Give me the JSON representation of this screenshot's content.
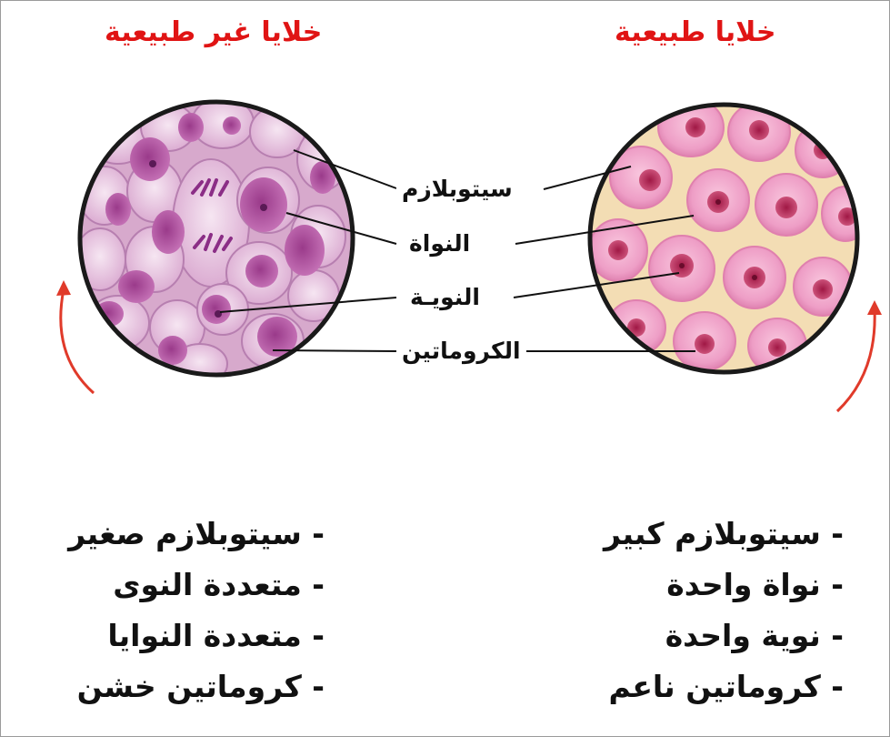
{
  "titles": {
    "abnormal": "خلايا غير طبيعية",
    "normal": "خلايا طبيعية"
  },
  "labels": {
    "cytoplasm": "سيتوبلازم",
    "nucleus": "النواة",
    "nucleolus": "النويـة",
    "chromatin": "الكروماتين"
  },
  "normal_features": [
    "- سيتوبلازم كبير",
    "- نواة واحدة",
    "- نوية واحدة",
    "- كروماتين ناعم"
  ],
  "abnormal_features": [
    "- سيتوبلازم صغير",
    "- متعددة النوى",
    "- متعددة النوايا",
    "- كروماتين خشن"
  ],
  "colors": {
    "title": "#e01414",
    "arrow": "#e03a2a",
    "normal_cell": "#ec9cc4",
    "normal_nucleus": "#c0305f",
    "abnormal_cell": "#ead0e6",
    "abnormal_nucleus": "#b0569a",
    "background_cell": "#f3ddb4"
  },
  "icons": {
    "left_arrow": "curved-arrow-up-icon",
    "right_arrow": "curved-arrow-up-icon"
  }
}
